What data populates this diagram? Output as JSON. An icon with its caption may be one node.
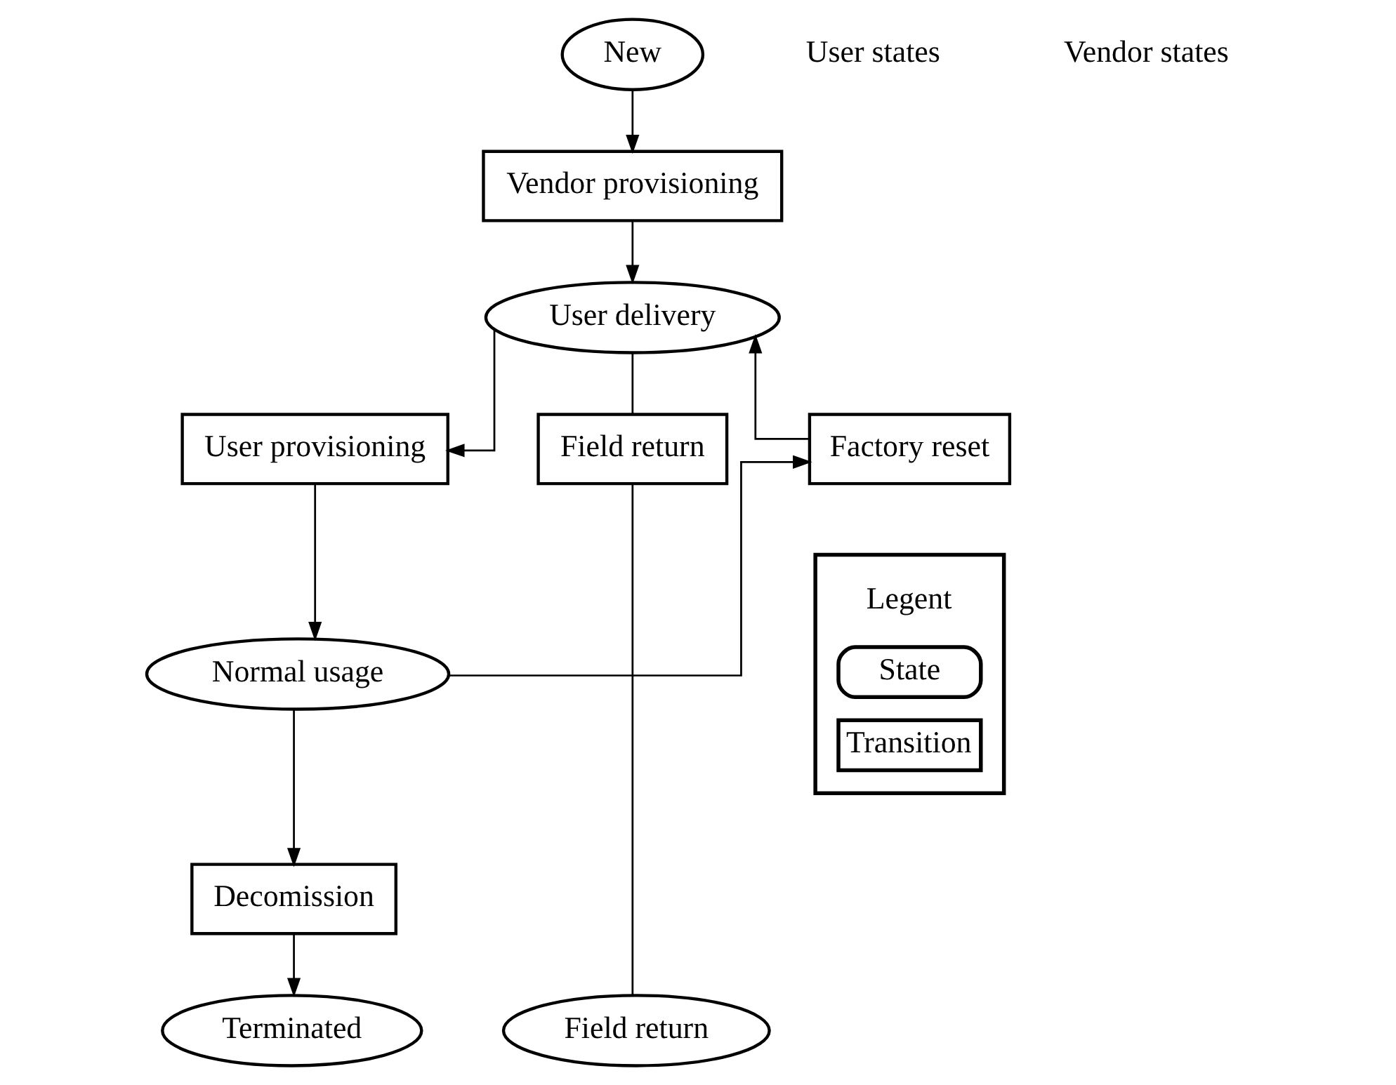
{
  "diagram": {
    "nodes": [
      {
        "text": [
          "New"
        ]
      },
      {
        "text": [
          "Vendor provisioning"
        ]
      },
      {
        "text": [
          "User delivery"
        ]
      },
      {
        "text": [
          "Factory reset"
        ]
      },
      {
        "text": [
          "User provisioning"
        ]
      },
      {
        "text": [
          "Field return"
        ]
      },
      {
        "text": [
          "Normal usage"
        ]
      },
      {
        "text": [
          "Decomission"
        ]
      },
      {
        "text": [
          "Terminated"
        ]
      },
      {
        "text": [
          "Field return"
        ]
      }
    ],
    "edges": [
      {
        "from": 0,
        "to": 1,
        "arrow": "to"
      },
      {
        "from": 1,
        "to": 2,
        "arrow": "to"
      },
      {
        "from": 2,
        "to": 4,
        "arrow": "to"
      },
      {
        "from": 2,
        "to": 5,
        "arrow": "none"
      },
      {
        "from": 4,
        "to": 6,
        "arrow": "to"
      },
      {
        "from": 6,
        "to": 3,
        "arrow": "to"
      },
      {
        "from": 3,
        "to": 2,
        "arrow": "to"
      },
      {
        "from": 6,
        "to": 7,
        "arrow": "to"
      },
      {
        "from": 7,
        "to": 8,
        "arrow": "to"
      },
      {
        "from": 5,
        "to": 9,
        "arrow": "none"
      }
    ],
    "labels": [
      "User states",
      "Vendor states",
      "Legent"
    ],
    "legend": [
      {
        "text": "State"
      },
      {
        "text": "Transition"
      }
    ]
  }
}
